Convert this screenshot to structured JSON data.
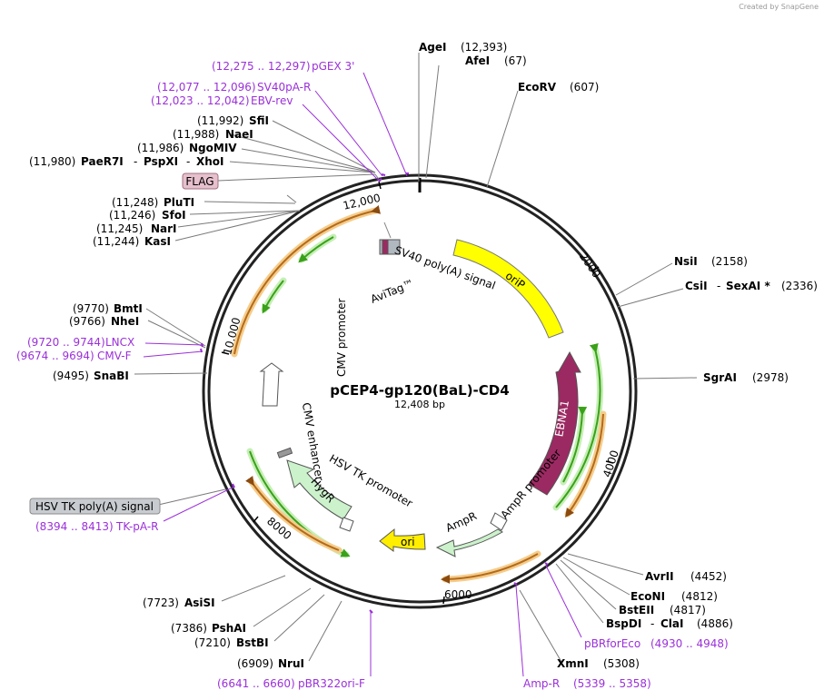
{
  "credit": "Created by SnapGene",
  "plasmid": {
    "name": "pCEP4-gp120(BaL)-CD4",
    "length": "12,408 bp"
  },
  "scale_ticks": [
    "12,000",
    "2000",
    "4000",
    "6000",
    "8000",
    "10,000"
  ],
  "enzymes": {
    "agei": {
      "name": "AgeI",
      "pos": "(12,393)"
    },
    "afei": {
      "name": "AfeI",
      "pos": "(67)"
    },
    "ecorv": {
      "name": "EcoRV",
      "pos": "(607)"
    },
    "nsii": {
      "name": "NsiI",
      "pos": "(2158)"
    },
    "csii": {
      "name": "CsiI",
      "dash": "-",
      "name2": "SexAI *",
      "pos": "(2336)"
    },
    "sgrai": {
      "name": "SgrAI",
      "pos": "(2978)"
    },
    "avrii": {
      "name": "AvrII",
      "pos": "(4452)"
    },
    "econi": {
      "name": "EcoNI",
      "pos": "(4812)"
    },
    "bsteii": {
      "name": "BstEII",
      "pos": "(4817)"
    },
    "bspdi": {
      "name": "BspDI",
      "dash": "-",
      "name2": "ClaI",
      "pos": "(4886)"
    },
    "xmni": {
      "name": "XmnI",
      "pos": "(5308)"
    },
    "nrui": {
      "name": "NruI",
      "pos": "(6909)"
    },
    "bstbi": {
      "name": "BstBI",
      "pos": "(7210)"
    },
    "pshai": {
      "name": "PshAI",
      "pos": "(7386)"
    },
    "asisi": {
      "name": "AsiSI",
      "pos": "(7723)"
    },
    "snabi": {
      "name": "SnaBI",
      "pos": "(9495)"
    },
    "nhei": {
      "name": "NheI",
      "pos": "(9766)"
    },
    "bmti": {
      "name": "BmtI",
      "pos": "(9770)"
    },
    "kasi": {
      "name": "KasI",
      "pos": "(11,244)"
    },
    "nari": {
      "name": "NarI",
      "pos": "(11,245)"
    },
    "sfoi": {
      "name": "SfoI",
      "pos": "(11,246)"
    },
    "pluti": {
      "name": "PluTI",
      "pos": "(11,248)"
    },
    "paer7i": {
      "name": "PaeR7I",
      "dash": "-",
      "name2": "PspXI",
      "dash2": "-",
      "name3": "XhoI",
      "pos": "(11,980)"
    },
    "ngomiv": {
      "name": "NgoMIV",
      "pos": "(11,986)"
    },
    "naei": {
      "name": "NaeI",
      "pos": "(11,988)"
    },
    "sfii": {
      "name": "SfiI",
      "pos": "(11,992)"
    }
  },
  "primers": {
    "pgex3": {
      "range": "(12,275 .. 12,297)",
      "name": "pGEX 3'"
    },
    "sv40par": {
      "range": "(12,077 .. 12,096)",
      "name": "SV40pA-R"
    },
    "ebvrev": {
      "range": "(12,023 .. 12,042)",
      "name": "EBV-rev"
    },
    "lncx": {
      "range": "(9720 .. 9744)",
      "name": "LNCX"
    },
    "cmvf": {
      "range": "(9674 .. 9694)",
      "name": "CMV-F"
    },
    "tkpar": {
      "range": "(8394 .. 8413)",
      "name": "TK-pA-R"
    },
    "pbrforeco": {
      "name": "pBRforEco",
      "range": "(4930 .. 4948)"
    },
    "ampr": {
      "name": "Amp-R",
      "range": "(5339 .. 5358)"
    },
    "pbr322": {
      "range": "(6641 .. 6660)",
      "name": "pBR322ori-F"
    }
  },
  "boxed_features": {
    "flag": "FLAG",
    "hsvtk_polya": "HSV TK poly(A) signal"
  },
  "features": {
    "sv40": "SV40 poly(A) signal",
    "avitag": "AviTag™",
    "orip": "oriP",
    "ebna1": "EBNA1",
    "ampr_promoter": "AmpR promoter",
    "ampr": "AmpR",
    "ori": "ori",
    "hsvtk_promoter": "HSV TK promoter",
    "hygr": "HygR",
    "cmv_enhancer": "CMV enhancer",
    "cmv_promoter": "CMV promoter"
  },
  "colors": {
    "primer": "#9b30d9",
    "orip": "#ffff00",
    "ebna1": "#9c2a62",
    "ampr": "#ccf2cc",
    "ori": "#ffee00",
    "orf_green": "#3aa11a",
    "orf_orange": "#b46a1a"
  }
}
